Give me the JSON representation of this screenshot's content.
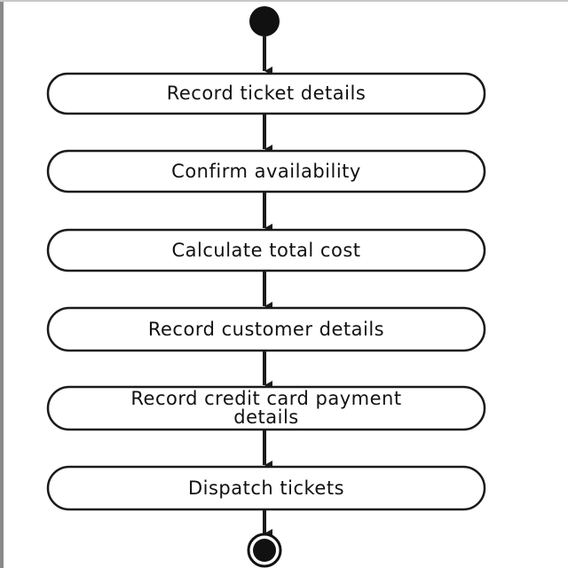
{
  "diagram": {
    "activities": [
      {
        "label": "Record ticket details"
      },
      {
        "label": "Confirm availability"
      },
      {
        "label": "Calculate total cost"
      },
      {
        "label": "Record customer details"
      },
      {
        "label": "Record credit card payment details"
      },
      {
        "label": "Dispatch tickets"
      }
    ],
    "colors": {
      "stroke": "#1a1a1a",
      "fill": "#ffffff",
      "node": "#111111"
    }
  }
}
